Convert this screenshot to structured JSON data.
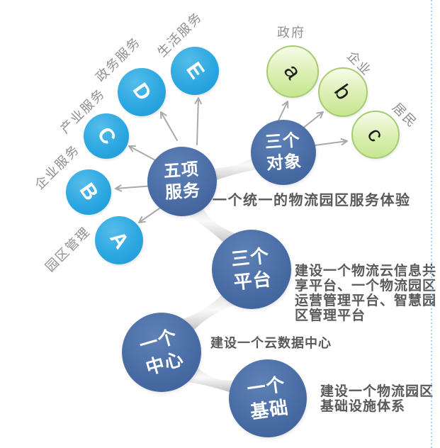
{
  "diagram": {
    "hubs": [
      {
        "id": "five-services",
        "lines": [
          "五项",
          "服务"
        ]
      },
      {
        "id": "three-objects",
        "lines": [
          "三个",
          "对象"
        ]
      },
      {
        "id": "three-platforms",
        "lines": [
          "三个",
          "平台"
        ]
      },
      {
        "id": "one-center",
        "lines": [
          "一个",
          "中心"
        ]
      },
      {
        "id": "one-foundation",
        "lines": [
          "一个",
          "基础"
        ]
      }
    ],
    "service_circles": [
      {
        "letter": "A",
        "label": "园区管理"
      },
      {
        "letter": "B",
        "label": "企业服务"
      },
      {
        "letter": "C",
        "label": "产业服务"
      },
      {
        "letter": "D",
        "label": "政务服务"
      },
      {
        "letter": "E",
        "label": "生活服务"
      }
    ],
    "object_circles": [
      {
        "letter": "a",
        "label": "政府"
      },
      {
        "letter": "b",
        "label": "企业"
      },
      {
        "letter": "c",
        "label": "居民"
      }
    ],
    "annotations": {
      "experience": "一个统一的物流园区服务体验",
      "platforms_desc_lines": [
        "建设一个物流云信息共",
        "享平台、一个物流园区",
        "运营管理平台、智慧园",
        "区管理平台"
      ],
      "center_desc": "建设一个云数据中心",
      "foundation_desc_lines": [
        "建设一个物流园区",
        "基础设施体系"
      ]
    },
    "colors": {
      "hub_blue": "#476aa3",
      "circle_blue": "#2aa6e0",
      "circle_green": "#d9efae",
      "circle_green_border": "#a6cb72",
      "connector_gray": "#d8d8d8",
      "arrow_gray": "#a9a9a9",
      "side_label_gray": "#8f8f8f",
      "desc_gray": "#595959",
      "page_border_blue": "#aed0ea"
    }
  }
}
